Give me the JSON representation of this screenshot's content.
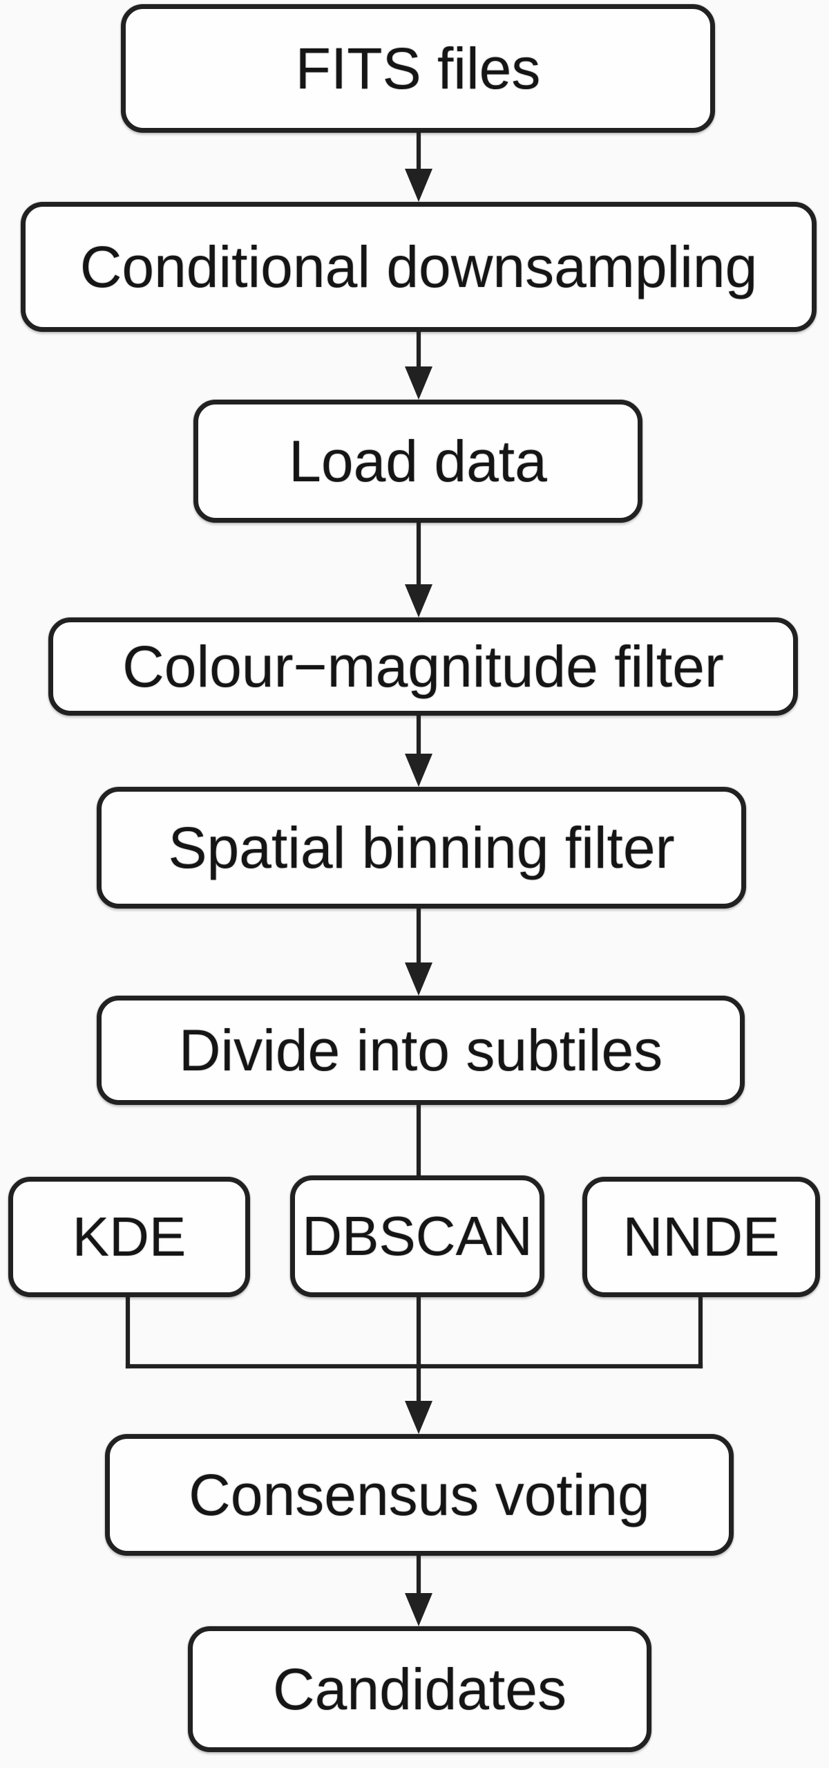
{
  "figure": {
    "type": "flowchart",
    "background_color": "#fafafa",
    "node_fill_color": "#fefefe",
    "stroke_color": "#212121",
    "text_color": "#151515"
  },
  "nodes": [
    {
      "id": "fits-files",
      "label": "FITS files"
    },
    {
      "id": "conditional-downsampling",
      "label": "Conditional downsampling"
    },
    {
      "id": "load-data",
      "label": "Load data"
    },
    {
      "id": "colour-magnitude-filter",
      "label": "Colour−magnitude filter"
    },
    {
      "id": "spatial-binning-filter",
      "label": "Spatial binning filter"
    },
    {
      "id": "divide-into-subtiles",
      "label": "Divide into subtiles"
    },
    {
      "id": "kde",
      "label": "KDE"
    },
    {
      "id": "dbscan",
      "label": "DBSCAN"
    },
    {
      "id": "nnde",
      "label": "NNDE"
    },
    {
      "id": "consensus-voting",
      "label": "Consensus voting"
    },
    {
      "id": "candidates",
      "label": "Candidates"
    }
  ],
  "edges": [
    {
      "from": "FITS files",
      "to": "Conditional downsampling",
      "arrow": true
    },
    {
      "from": "Conditional downsampling",
      "to": "Load data",
      "arrow": true
    },
    {
      "from": "Load data",
      "to": "Colour−magnitude filter",
      "arrow": true
    },
    {
      "from": "Colour−magnitude filter",
      "to": "Spatial binning filter",
      "arrow": true
    },
    {
      "from": "Spatial binning filter",
      "to": "Divide into subtiles",
      "arrow": true
    },
    {
      "from": "Divide into subtiles",
      "to": "KDE",
      "arrow": false
    },
    {
      "from": "Divide into subtiles",
      "to": "DBSCAN",
      "arrow": false
    },
    {
      "from": "Divide into subtiles",
      "to": "NNDE",
      "arrow": false
    },
    {
      "from": "KDE",
      "to": "Consensus voting",
      "arrow": true
    },
    {
      "from": "DBSCAN",
      "to": "Consensus voting",
      "arrow": true
    },
    {
      "from": "NNDE",
      "to": "Consensus voting",
      "arrow": true
    },
    {
      "from": "Consensus voting",
      "to": "Candidates",
      "arrow": true
    }
  ]
}
